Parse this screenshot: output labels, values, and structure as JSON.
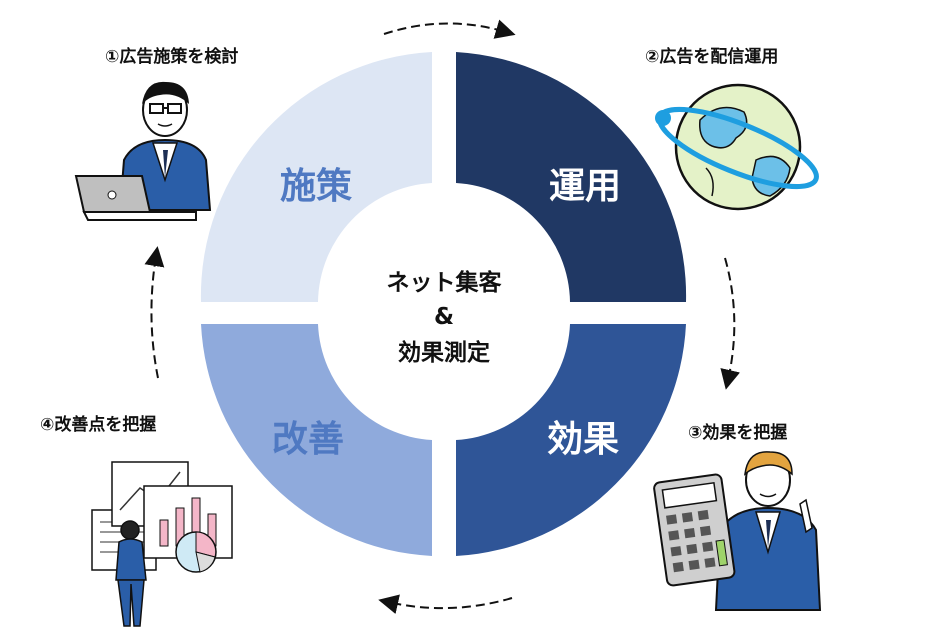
{
  "center": {
    "line1": "ネット集客",
    "line2": "&",
    "line3": "効果測定"
  },
  "quadrants": [
    {
      "label": "施策",
      "color": "#dde6f4",
      "text_color": "#4f79c2"
    },
    {
      "label": "運用",
      "color": "#203864",
      "text_color": "#ffffff"
    },
    {
      "label": "効果",
      "color": "#2f5597",
      "text_color": "#ffffff"
    },
    {
      "label": "改善",
      "color": "#8faadc",
      "text_color": "#4f79c2"
    }
  ],
  "steps": [
    {
      "label": "①広告施策を検討"
    },
    {
      "label": "②広告を配信運用"
    },
    {
      "label": "③効果を把握"
    },
    {
      "label": "④改善点を把握"
    }
  ],
  "illustrations": [
    {
      "icon": "businessman-laptop-icon"
    },
    {
      "icon": "globe-icon"
    },
    {
      "icon": "businessman-calculator-icon"
    },
    {
      "icon": "businessman-charts-icon"
    }
  ]
}
